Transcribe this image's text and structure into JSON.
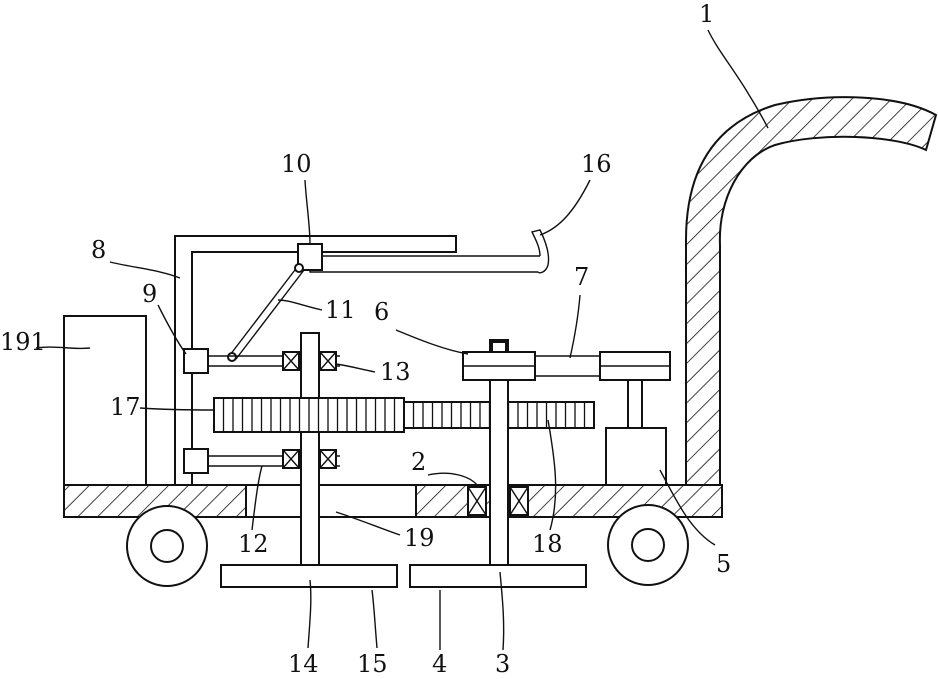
{
  "labels": {
    "l1": "1",
    "l2": "2",
    "l3": "3",
    "l4": "4",
    "l5": "5",
    "l6": "6",
    "l7": "7",
    "l8": "8",
    "l9": "9",
    "l10": "10",
    "l11": "11",
    "l12": "12",
    "l13": "13",
    "l14": "14",
    "l15": "15",
    "l16": "16",
    "l17": "17",
    "l18": "18",
    "l19": "19",
    "l191": "191"
  }
}
